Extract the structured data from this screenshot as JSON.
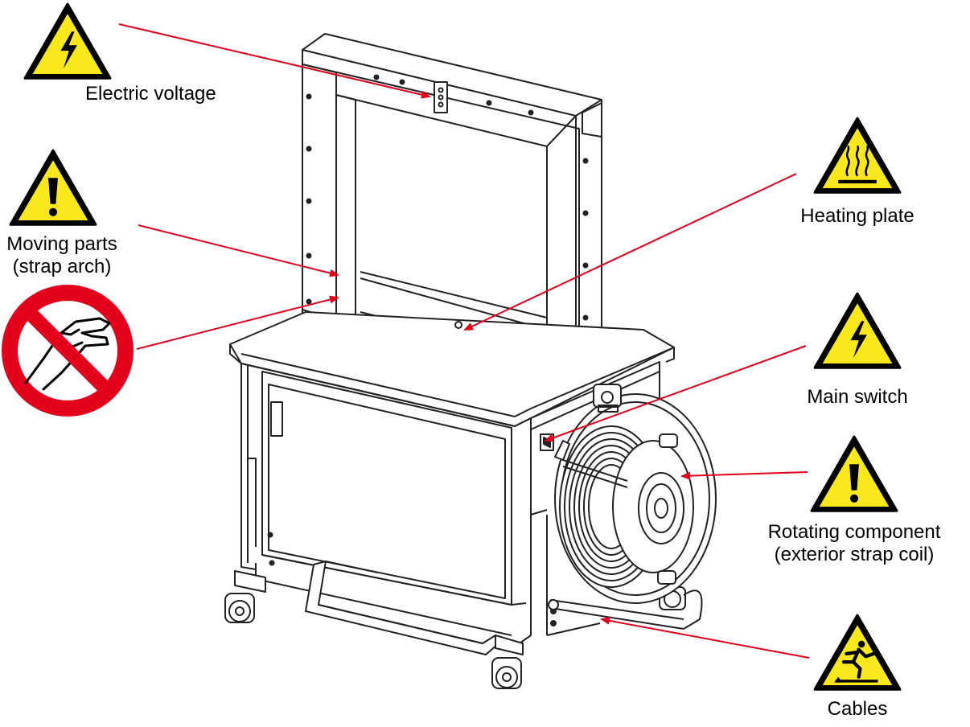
{
  "figure": {
    "labels": {
      "electric_voltage": "Electric voltage",
      "moving_parts_line1": "Moving parts",
      "moving_parts_line2": "(strap arch)",
      "heating_plate": "Heating plate",
      "main_switch": "Main switch",
      "rotating_line1": "Rotating component",
      "rotating_line2": "(exterior strap coil)",
      "cables": "Cables"
    },
    "signs": [
      {
        "key": "electric_voltage",
        "icon": "lightning-warning-icon"
      },
      {
        "key": "moving_parts",
        "icon": "exclamation-warning-icon"
      },
      {
        "key": "no_hands",
        "icon": "no-hands-prohibition-icon"
      },
      {
        "key": "heating_plate",
        "icon": "hot-surface-warning-icon"
      },
      {
        "key": "main_switch",
        "icon": "lightning-warning-icon"
      },
      {
        "key": "rotating_component",
        "icon": "exclamation-warning-icon"
      },
      {
        "key": "cables",
        "icon": "trip-hazard-warning-icon"
      }
    ],
    "colors": {
      "warning_yellow": "#F8E81C",
      "sign_border": "#000000",
      "prohibition_red": "#E3001B",
      "arrow_red": "#E2001A",
      "machine_line": "#222222"
    }
  }
}
